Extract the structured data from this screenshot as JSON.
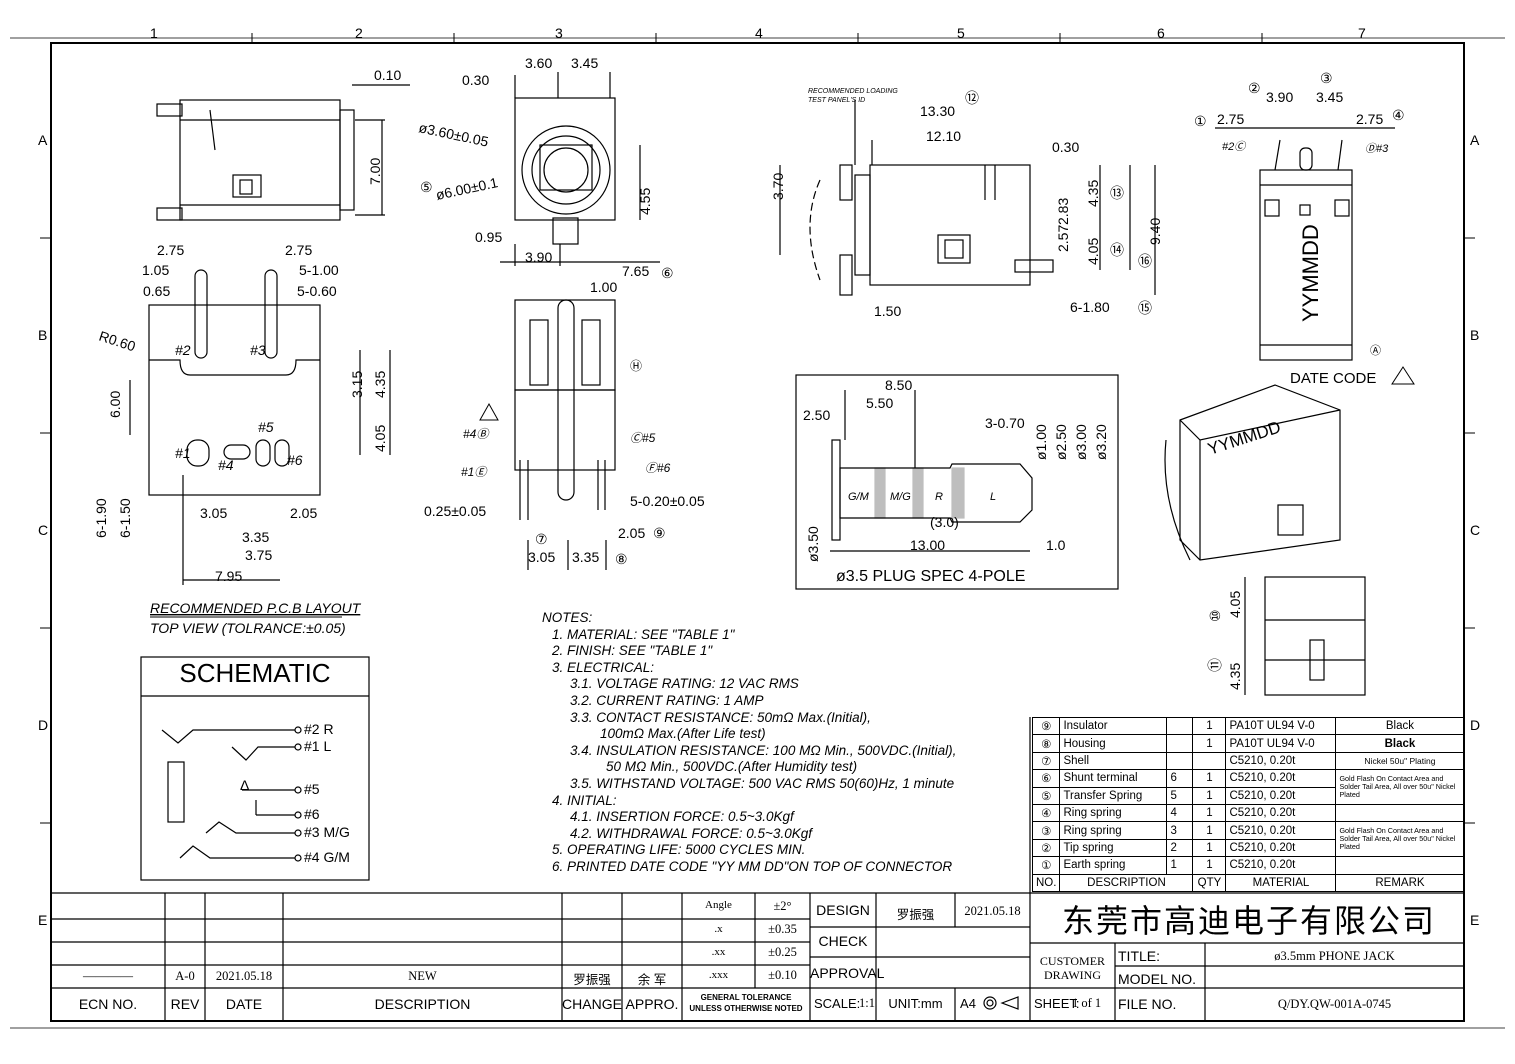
{
  "border": {
    "col_numbers": [
      "1",
      "2",
      "3",
      "4",
      "5",
      "6",
      "7"
    ],
    "row_letters": [
      "A",
      "B",
      "C",
      "D",
      "E"
    ]
  },
  "dims": {
    "side_top": [
      "0.10",
      "7.00"
    ],
    "front": [
      "0.30",
      "3.60",
      "3.45",
      "ø3.60±0.05",
      "ø6.00±0.1",
      "4.55",
      "0.95",
      "3.90",
      "7.65",
      "⑤",
      "⑥"
    ],
    "pcb": [
      "2.75",
      "2.75",
      "1.05",
      "5-1.00",
      "0.65",
      "5-0.60",
      "R0.60",
      "6.00",
      "3.15",
      "4.35",
      "4.05",
      "6-1.90",
      "6-1.50",
      "3.05",
      "2.05",
      "3.35",
      "3.75",
      "7.95"
    ],
    "pcb_pins": [
      "#2",
      "#3",
      "#1",
      "#4",
      "#5",
      "#6"
    ],
    "bottom": [
      "1.00",
      "#4Ⓑ",
      "Ⓒ#5",
      "#1Ⓔ",
      "Ⓕ#6",
      "Ⓗ",
      "0.25±0.05",
      "5-0.20±0.05",
      "2.05",
      "3.05",
      "3.35",
      "⑦",
      "⑧",
      "⑨"
    ],
    "side_right": [
      "RECOMMENDED LOADING",
      "TEST PANEL'S ID",
      "13.30",
      "12.10",
      "0.30",
      "3.70",
      "4.35",
      "2.83",
      "2.57",
      "4.05",
      "9.40",
      "1.50",
      "6-1.80",
      "⑫",
      "⑬",
      "⑭",
      "⑮",
      "⑯"
    ],
    "plug": [
      "8.50",
      "5.50",
      "2.50",
      "3-0.70",
      "ø1.00",
      "ø2.50",
      "ø3.00",
      "ø3.20",
      "G/M",
      "M/G",
      "R",
      "L",
      "(3.0)",
      "13.00",
      "1.0",
      "ø3.50",
      "ø3.5 PLUG SPEC 4-POLE"
    ],
    "right_view": [
      "①",
      "②",
      "③",
      "④",
      "2.75",
      "3.90",
      "3.45",
      "2.75",
      "#2Ⓒ",
      "Ⓓ#3",
      "YYMMDD",
      "Ⓐ"
    ],
    "date_code": "DATE CODE",
    "iso_text": "YYMMDD",
    "bottom_right": [
      "4.05",
      "4.35",
      "⑩",
      "⑪"
    ]
  },
  "pcb_caption": {
    "line1": "RECOMMENDED P.C.B LAYOUT",
    "line2": "TOP VIEW (TOLRANCE:±0.05)"
  },
  "schematic": {
    "title": "SCHEMATIC",
    "pins": [
      "#2 R",
      "#1 L",
      "#5",
      "#6",
      "#3 M/G",
      "#4 G/M"
    ]
  },
  "notes": [
    "NOTES:",
    "1. MATERIAL: SEE \"TABLE 1\"",
    "2. FINISH: SEE \"TABLE 1\"",
    "3. ELECTRICAL:",
    "3.1. VOLTAGE RATING: 12 VAC RMS",
    "3.2. CURRENT RATING: 1 AMP",
    "3.3. CONTACT RESISTANCE: 50mΩ Max.(Initial),",
    "100mΩ Max.(After Life test)",
    "3.4. INSULATION RESISTANCE: 100 MΩ Min., 500VDC.(Initial),",
    "50 MΩ Min., 500VDC.(After Humidity test)",
    "3.5. WITHSTAND VOLTAGE: 500 VAC RMS 50(60)Hz, 1 minute",
    "4. INITIAL:",
    "4.1. INSERTION FORCE: 0.5~3.0Kgf",
    "4.2. WITHDRAWAL FORCE: 0.5~3.0Kgf",
    "5. OPERATING LIFE: 5000 CYCLES MIN.",
    "6. PRINTED DATE CODE \"YY MM DD\"ON TOP OF CONNECTOR"
  ],
  "bom": {
    "rows": [
      {
        "no": "⑨",
        "desc": "Insulator",
        "ref": "",
        "qty": "1",
        "mat": "PA10T UL94 V-0",
        "remark": "Black"
      },
      {
        "no": "⑧",
        "desc": "Housing",
        "ref": "",
        "qty": "1",
        "mat": "PA10T UL94 V-0",
        "remark": "Black"
      },
      {
        "no": "⑦",
        "desc": "Shell",
        "ref": "",
        "qty": "",
        "mat": "C5210, 0.20t",
        "remark": "Nickel 50u\" Plating"
      },
      {
        "no": "⑥",
        "desc": "Shunt terminal",
        "ref": "6",
        "qty": "1",
        "mat": "C5210, 0.20t",
        "remark": "Gold Flash On Contact Area and Solder Tail Area, All over 50u\" Nickel Plated"
      },
      {
        "no": "⑤",
        "desc": "Transfer Spring",
        "ref": "5",
        "qty": "1",
        "mat": "C5210, 0.20t",
        "remark": ""
      },
      {
        "no": "④",
        "desc": "Ring spring",
        "ref": "4",
        "qty": "1",
        "mat": "C5210, 0.20t",
        "remark": ""
      },
      {
        "no": "③",
        "desc": "Ring spring",
        "ref": "3",
        "qty": "1",
        "mat": "C5210, 0.20t",
        "remark": "Gold Flash On Contact Area and Solder Tail Area, All over 50u\" Nickel Plated"
      },
      {
        "no": "②",
        "desc": "Tip spring",
        "ref": "2",
        "qty": "1",
        "mat": "C5210, 0.20t",
        "remark": ""
      },
      {
        "no": "①",
        "desc": "Earth spring",
        "ref": "1",
        "qty": "1",
        "mat": "C5210, 0.20t",
        "remark": ""
      }
    ],
    "header": {
      "no": "NO.",
      "desc": "DESCRIPTION",
      "qty": "QTY",
      "mat": "MATERIAL",
      "remark": "REMARK"
    }
  },
  "title_block": {
    "rev_row": {
      "ecn": "————",
      "rev": "A-0",
      "date": "2021.05.18",
      "desc": "NEW",
      "change": "罗振强",
      "appro": "余 军"
    },
    "labels": {
      "ecn": "ECN NO.",
      "rev": "REV",
      "date": "DATE",
      "desc": "DESCRIPTION",
      "change": "CHANGE",
      "appro": "APPRO."
    },
    "tolerance": [
      {
        "k": "Angle",
        "v": "±2°"
      },
      {
        "k": ".x",
        "v": "±0.35"
      },
      {
        "k": ".xx",
        "v": "±0.25"
      },
      {
        "k": ".xxx",
        "v": "±0.10"
      }
    ],
    "general_tol": [
      "GENERAL TOLERANCE",
      "UNLESS OTHERWISE NOTED"
    ],
    "design_label": "DESIGN",
    "design_name": "罗振强",
    "design_date": "2021.05.18",
    "check_label": "CHECK",
    "approval_label": "APPROVAL",
    "scale_label": "SCALE:",
    "scale": "1:1",
    "unit_label": "UNIT:mm",
    "size": "A4",
    "company": "东莞市高迪电子有限公司",
    "customer_drawing": [
      "CUSTOMER",
      "DRAWING"
    ],
    "title_label": "TITLE:",
    "title": "ø3.5mm PHONE JACK",
    "model_label": "MODEL NO.",
    "model": "",
    "sheet_label": "SHEET:",
    "sheet": "1 of 1",
    "file_label": "FILE NO.",
    "file": "Q/DY.QW-001A-0745"
  }
}
